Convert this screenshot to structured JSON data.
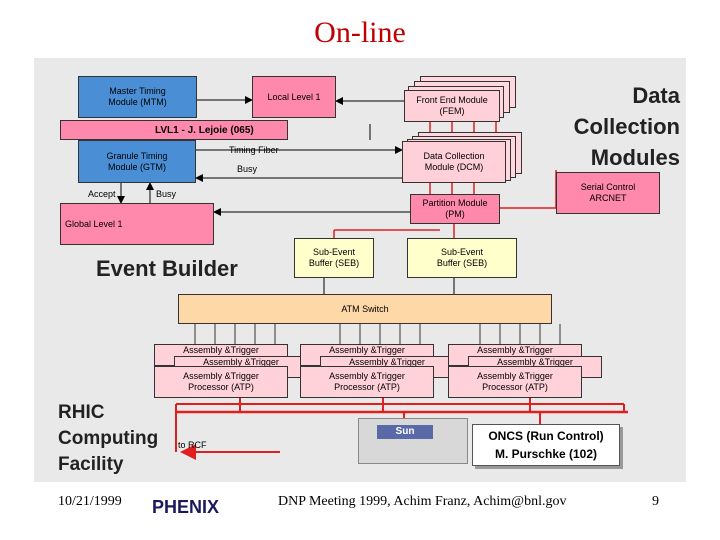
{
  "slide": {
    "title": "On-line",
    "footer_date": "10/21/1999",
    "footer_center": "DNP Meeting 1999, Achim Franz, Achim@bnl.gov",
    "page_number": "9",
    "logo_text": "PHENIX"
  },
  "diagram": {
    "mtm": "Master Timing Module (MTM)",
    "local_level1": "Local Level 1",
    "fem": "Front End Module (FEM)",
    "data_collection_modules": "Data Collection Modules",
    "lvl1": "LVL1 - J. Lejoie (065)",
    "gtm": "Granule Timing Module (GTM)",
    "timing_fiber": "Timing Fiber",
    "busy_right": "Busy",
    "dcm": "Data Collection Module (DCM)",
    "accept": "Accept",
    "busy_left": "Busy",
    "serial_control": "Serial Control ARCNET",
    "partition_module": "Partition Module (PM)",
    "global_level1": "Global Level 1",
    "event_builder": "Event Builder",
    "seb1": "Sub-Event Buffer (SEB)",
    "seb2": "Sub-Event Buffer (SEB)",
    "atm_switch": "ATM Switch",
    "atp_back": "Assembly &Trigger",
    "atp1": "Assembly &Trigger Processor (ATP)",
    "atp2": "Assembly &Trigger Processor (ATP)",
    "atp3": "Assembly &Trigger Processor (ATP)",
    "rhic": "RHIC Computing Facility",
    "to_rcf": "to RCF",
    "sun_logo": "Sun",
    "oncs_line1": "ONCS (Run Control)",
    "oncs_line2": "M. Purschke (102)"
  },
  "colors": {
    "title": "#c00000",
    "panel": "#e9e9e9",
    "blue_box": "#4a8fd6",
    "pink_box": "#ff88ad",
    "stack_box": "#ffd0d8",
    "seb": "#ffffcc",
    "atm": "#ffd8a8",
    "red_line": "#e02020"
  }
}
